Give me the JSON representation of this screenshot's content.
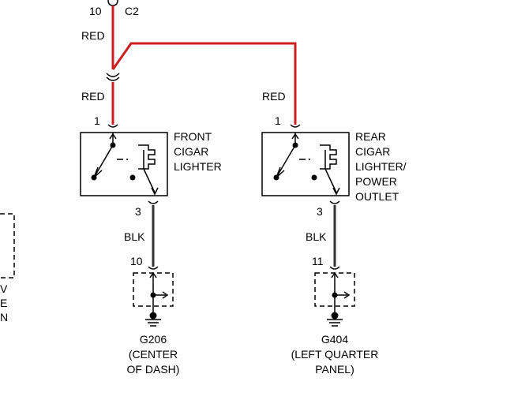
{
  "colors": {
    "red_wire": "#cc1f1f",
    "black_wire": "#333333",
    "line": "#000000"
  },
  "connector_top": {
    "pin": "10",
    "name": "C2"
  },
  "wire_labels": {
    "red_upper": "RED",
    "red_lower_left": "RED",
    "red_lower_right": "RED",
    "blk_left": "BLK",
    "blk_right": "BLK"
  },
  "front_lighter": {
    "pin_in": "1",
    "pin_out": "3",
    "lines": [
      "FRONT",
      "CIGAR",
      "LIGHTER"
    ]
  },
  "rear_lighter": {
    "pin_in": "1",
    "pin_out": "3",
    "lines": [
      "REAR",
      "CIGAR",
      "LIGHTER/",
      "POWER",
      "OUTLET"
    ]
  },
  "ground_left": {
    "pin": "10",
    "name": "G206",
    "desc": [
      "(CENTER",
      "OF DASH)"
    ]
  },
  "ground_right": {
    "pin": "11",
    "name": "G404",
    "desc": [
      "(LEFT QUARTER",
      "PANEL)"
    ]
  },
  "left_edge_partial": [
    "V",
    "E",
    "N"
  ]
}
